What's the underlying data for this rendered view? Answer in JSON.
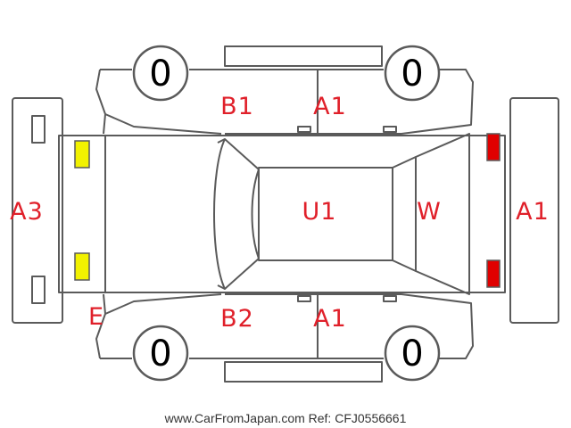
{
  "colors": {
    "code": "#e0202a",
    "line": "#5a5a5a",
    "headlight": "#f2f200",
    "taillight": "#e00000"
  },
  "tires": {
    "front_left": "0",
    "rear_left": "0",
    "front_right": "0",
    "rear_right": "0"
  },
  "codes": {
    "front_bumper": "A3",
    "front_left_fender": "E",
    "left_front_door": "B1",
    "left_rear_door": "A1",
    "roof": "U1",
    "rear_window": "W",
    "rear_bumper": "A1",
    "right_front_door": "B2",
    "right_rear_door": "A1"
  },
  "footer": "www.CarFromJapan.com Ref: CFJ0556661"
}
